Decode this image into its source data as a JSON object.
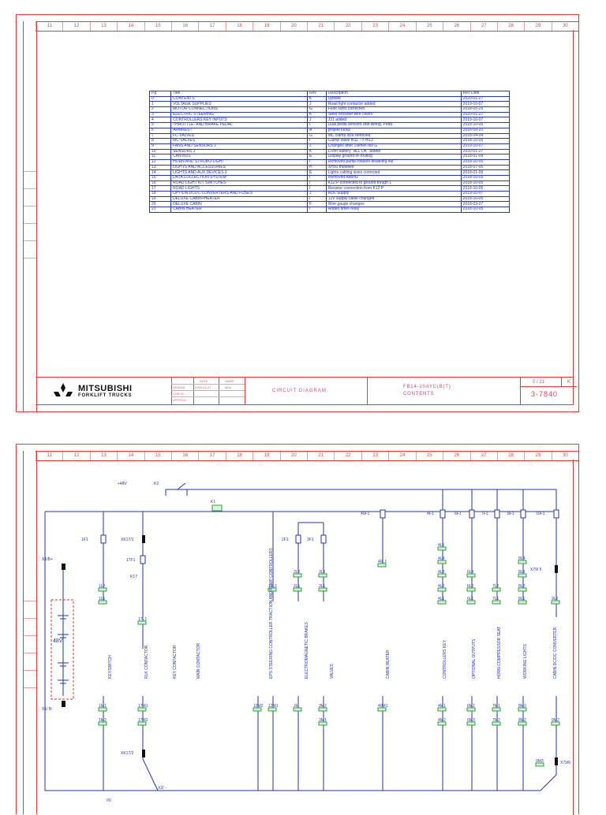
{
  "column_numbers": [
    "11",
    "12",
    "13",
    "14",
    "15",
    "16",
    "17",
    "18",
    "19",
    "20",
    "21",
    "22",
    "23",
    "24",
    "25",
    "26",
    "27",
    "28",
    "29",
    "30"
  ],
  "revision_table": {
    "headers": [
      "Pg",
      "Title",
      "Rev",
      "Description",
      "Rev Date"
    ],
    "rows": [
      [
        "0",
        "CONTENTS",
        "K",
        "Update",
        "2020-01-27"
      ],
      [
        "1",
        "VOLTAGE SUPPLIES",
        "J",
        "Road light contactor added",
        "2019-10-07"
      ],
      [
        "2",
        "MOTOR CONNECTIONS",
        "G",
        "Fuse sizes corrected",
        "2018-05-25"
      ],
      [
        "3",
        "ELECTRIC STEERING",
        "K",
        "Steer encoder wire colors",
        "2020-01-27"
      ],
      [
        "4",
        "CONTROLLERS KEY INPUTS",
        "J",
        "J31 added",
        "2019-10-07"
      ],
      [
        "5",
        "THROTTLE- AND BRAKE PEDAL",
        "I",
        "Dual pedal sensors and wiring, Peda",
        "2018-10-05"
      ],
      [
        "6",
        "ARMREST",
        "A",
        "projekt lucka",
        "2016-09-20"
      ],
      [
        "7",
        "FC-VALVES",
        "G",
        "MC clamp lock removed",
        "2018-04-04"
      ],
      [
        "8",
        "MC-VALVES",
        "I",
        "Clamp valve m11 --> m13",
        "2018-10-05"
      ],
      [
        "9",
        "FANS AND SENSORS 1",
        "J",
        "Changes after 1series rev G",
        "2019-10-07"
      ],
      [
        "10",
        "SENSORS 2",
        "K",
        "Li-ion battery \"ALL OK\" added",
        "2020-01-27"
      ],
      [
        "11",
        "CAN-BUS",
        "E",
        "Display ground re-routing",
        "2018-01-09"
      ],
      [
        "12",
        "HORN AND STROBO-LIGHT",
        "I",
        "Removed pump rotation disabling inp",
        "2018-10-05"
      ],
      [
        "13",
        "LIGHTS AND ACCESSORIES",
        "H",
        "XH50 modified",
        "2018-07-05"
      ],
      [
        "14",
        "LIGHTS AND AUX DEVICES 2",
        "E",
        "Lights cabling sizes corrected",
        "2018-01-09"
      ],
      [
        "15",
        "DATA COLLECTION SYSTEM",
        "I",
        "Removed Abbot2",
        "2018-10-05"
      ],
      [
        "16",
        "ROAD LIGHT KIT SWITCHES",
        "I",
        "K12:P connected to ground thrugh 1",
        "2018-10-05"
      ],
      [
        "17",
        "ROAD LIGHTS",
        "I",
        "Resistor connection from K12:P",
        "2018-10-05"
      ],
      [
        "18",
        "OPTION DCDC CONVERTERS AND FUSES",
        "J",
        "RLK Supply",
        "2019-10-07"
      ],
      [
        "19",
        "DELUXE CABIN+HEATER",
        "I",
        "12V supply cable changed",
        "2018-10-05"
      ],
      [
        "20",
        "DELUXE CABIN",
        "F",
        "Wire gauge changes",
        "2018-03-27"
      ],
      [
        "21",
        "CABIN HEATER",
        "I",
        "Added timer-relay",
        "2018-10-05"
      ]
    ]
  },
  "title_block": {
    "brand": "MITSUBISHI",
    "brand_sub": "FORKLIFT TRUCKS",
    "drawing_title": "CIRCUIT DIAGRAM",
    "model_line1": "FB14-20AYC(B(T)",
    "model_line2": "CONTENTS",
    "page": "0 / 21",
    "page_code": "K",
    "drawing_number": "3-7840",
    "small_labels": [
      "DATE",
      "NAME",
      "DESIGN",
      "CHECK",
      "APPROV"
    ],
    "small_values": [
      "2020-01-27",
      "MKe"
    ]
  },
  "schematic": {
    "supply_label": "+48V",
    "zero_label": "0V",
    "battery_label": "48V",
    "relay_k2": "K2",
    "relay_k1": "K1",
    "x1_plus": "X1/B+",
    "x1_minus": "X1/ B-",
    "x2_minus": "X2/ -",
    "fuse_40f1": "40F1",
    "fuse_2f1": "2F1",
    "fuse_3f1": "3F1",
    "fuse_4f1": "4F1",
    "fuse_6f1": "6F1",
    "fuse_7f1": "7F1",
    "fuse_8f1": "8F1",
    "fuse_10f1": "10F1",
    "fuse_1f1": "1F1",
    "fuse_17f1": "17F1",
    "xk17_1": "XK17/1",
    "xk17_2": "XK17/2",
    "x79_5": "X79/ 5",
    "x79_6": "X79/6",
    "k17": "K17",
    "vertical_labels": [
      "KEYSWITCH",
      "RLK CONTACTOR",
      "KEY CONTACTOR",
      "MAIN CONTACTOR",
      "EPS STEERING CONTROLLER TRACTION AND PUMP CONTROLLERS",
      "ELECTROMAGNETIC BRAKES",
      "VALVES",
      "CABIN HEATER",
      "CONTROLLERS KEY",
      "OPTIONAL OUTPUTS",
      "HORN COMPRESSOR SEAT",
      "WORKING LIGHTS",
      "CABIN DC/DC CONVERTER"
    ],
    "top_terminals": [
      "1L2",
      "1L1",
      "12L1",
      "2L2",
      "2L1",
      "3L2",
      "3L1",
      "40L1",
      "4L5",
      "4L4",
      "4L3",
      "4L2",
      "4L1",
      "6L3",
      "6L2",
      "6L1",
      "7L2",
      "7L1",
      "8L4",
      "8L3",
      "8L2",
      "8L1",
      "9L2",
      "17L1"
    ],
    "bottom_terminals": [
      "1M1",
      "1M2",
      "17M1",
      "17M2",
      "12M2",
      "12M1",
      "J6",
      "3M2",
      "3M1",
      "40M1",
      "4M1",
      "4M2",
      "6M2",
      "6M3",
      "7M1",
      "7M2",
      "8M3",
      "8M2",
      "9M2",
      "9M3"
    ]
  },
  "colors": {
    "frame": "#e53b3b",
    "wire": "#2436a8",
    "label": "#2436a8",
    "terminal": "#2ea043",
    "note": "#d33"
  }
}
